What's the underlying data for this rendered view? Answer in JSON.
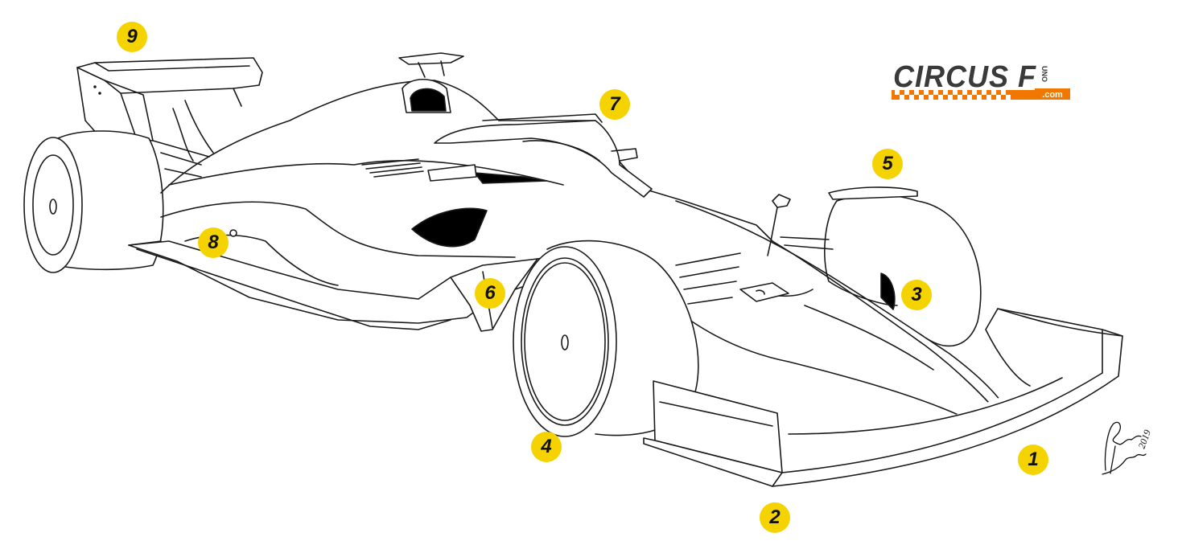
{
  "diagram": {
    "markers": [
      {
        "label": "1"
      },
      {
        "label": "2"
      },
      {
        "label": "3"
      },
      {
        "label": "4"
      },
      {
        "label": "5"
      },
      {
        "label": "6"
      },
      {
        "label": "7"
      },
      {
        "label": "8"
      },
      {
        "label": "9"
      }
    ]
  },
  "logo": {
    "brand": "CIRCUS F",
    "suffix": "UNO",
    "domain": ".com"
  },
  "signature": {
    "year": "2019"
  },
  "colors": {
    "marker_fill": "#f5d300",
    "logo_dark": "#3a3a3a",
    "logo_accent": "#f07800",
    "line": "#1a1a1a"
  },
  "icons": {
    "car": "f1-car-line-drawing",
    "logo": "circusf-logo",
    "signature": "artist-signature"
  }
}
